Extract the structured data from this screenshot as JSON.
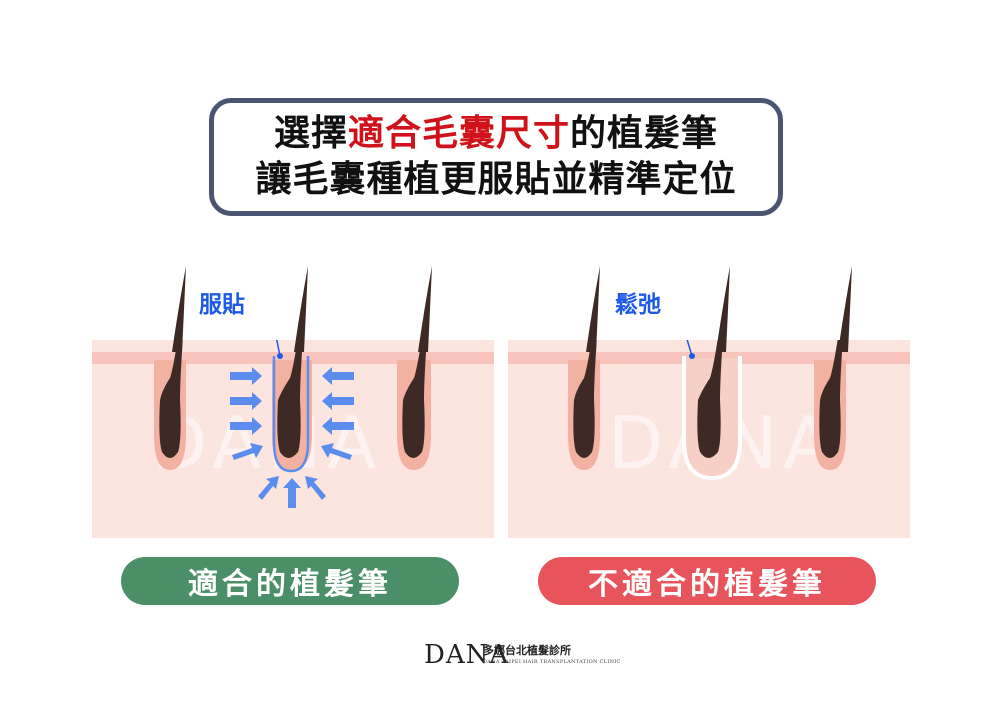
{
  "title": {
    "line1_before": "選擇",
    "line1_highlight": "適合毛囊尺寸",
    "line1_after": "的植髮筆",
    "line2": "讓毛囊種植更服貼並精準定位",
    "highlight_color": "#d0121b"
  },
  "left_panel": {
    "callout": "服貼",
    "label": "適合的植髮筆",
    "label_color": "#4a8f68",
    "watermark": "DANA"
  },
  "right_panel": {
    "callout": "鬆弛",
    "label": "不適合的植髮筆",
    "label_color": "#e8545c",
    "watermark": "DANA"
  },
  "footer": {
    "logo": "DANA",
    "clinic_name": "多娜台北植髮診所",
    "clinic_subtitle": "DANA TAIPEI HAIR TRANSPLANTATION CLINIC"
  },
  "colors": {
    "skin": "#fce4df",
    "skin_band": "#f8c4bb",
    "hair": "#3d2a25",
    "follicle_glow": "#f3b1a2",
    "arrow": "#5b8def",
    "callout": "#1d5ae6"
  }
}
